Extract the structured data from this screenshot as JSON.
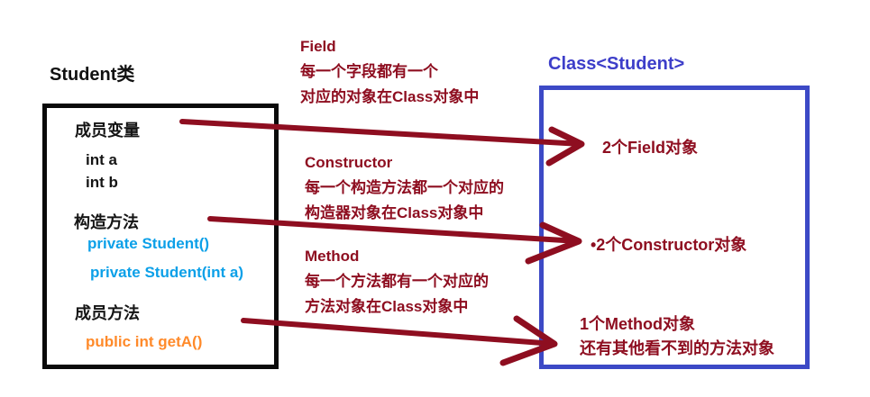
{
  "colors": {
    "dark_red": "#8e0e20",
    "blue_border": "#3c49c6",
    "blue_title": "#3d3ec9",
    "cyan_code": "#0ca0e8",
    "orange_code": "#ff8a2a",
    "black_border": "#0a0a0a"
  },
  "student_box": {
    "title": "Student类",
    "fields_heading": "成员变量",
    "field_a": "int a",
    "field_b": "int b",
    "constructors_heading": "构造方法",
    "constructor_1": "private Student()",
    "constructor_2": "private Student(int a)",
    "methods_heading": "成员方法",
    "method_1": "public int getA()"
  },
  "class_box": {
    "title": "Class<Student>",
    "field_objects_label": "2个Field对象",
    "constructor_objects_label": "•2个Constructor对象",
    "method_objects_label_line1": "1个Method对象",
    "method_objects_label_line2": "还有其他看不到的方法对象"
  },
  "annotations": [
    {
      "title": "Field",
      "line1": "每一个字段都有一个",
      "line2": "对应的对象在Class对象中"
    },
    {
      "title": "Constructor",
      "line1": "每一个构造方法都一个对应的",
      "line2": "构造器对象在Class对象中"
    },
    {
      "title": "Method",
      "line1": "每一个方法都有一个对应的",
      "line2": "方法对象在Class对象中"
    }
  ]
}
